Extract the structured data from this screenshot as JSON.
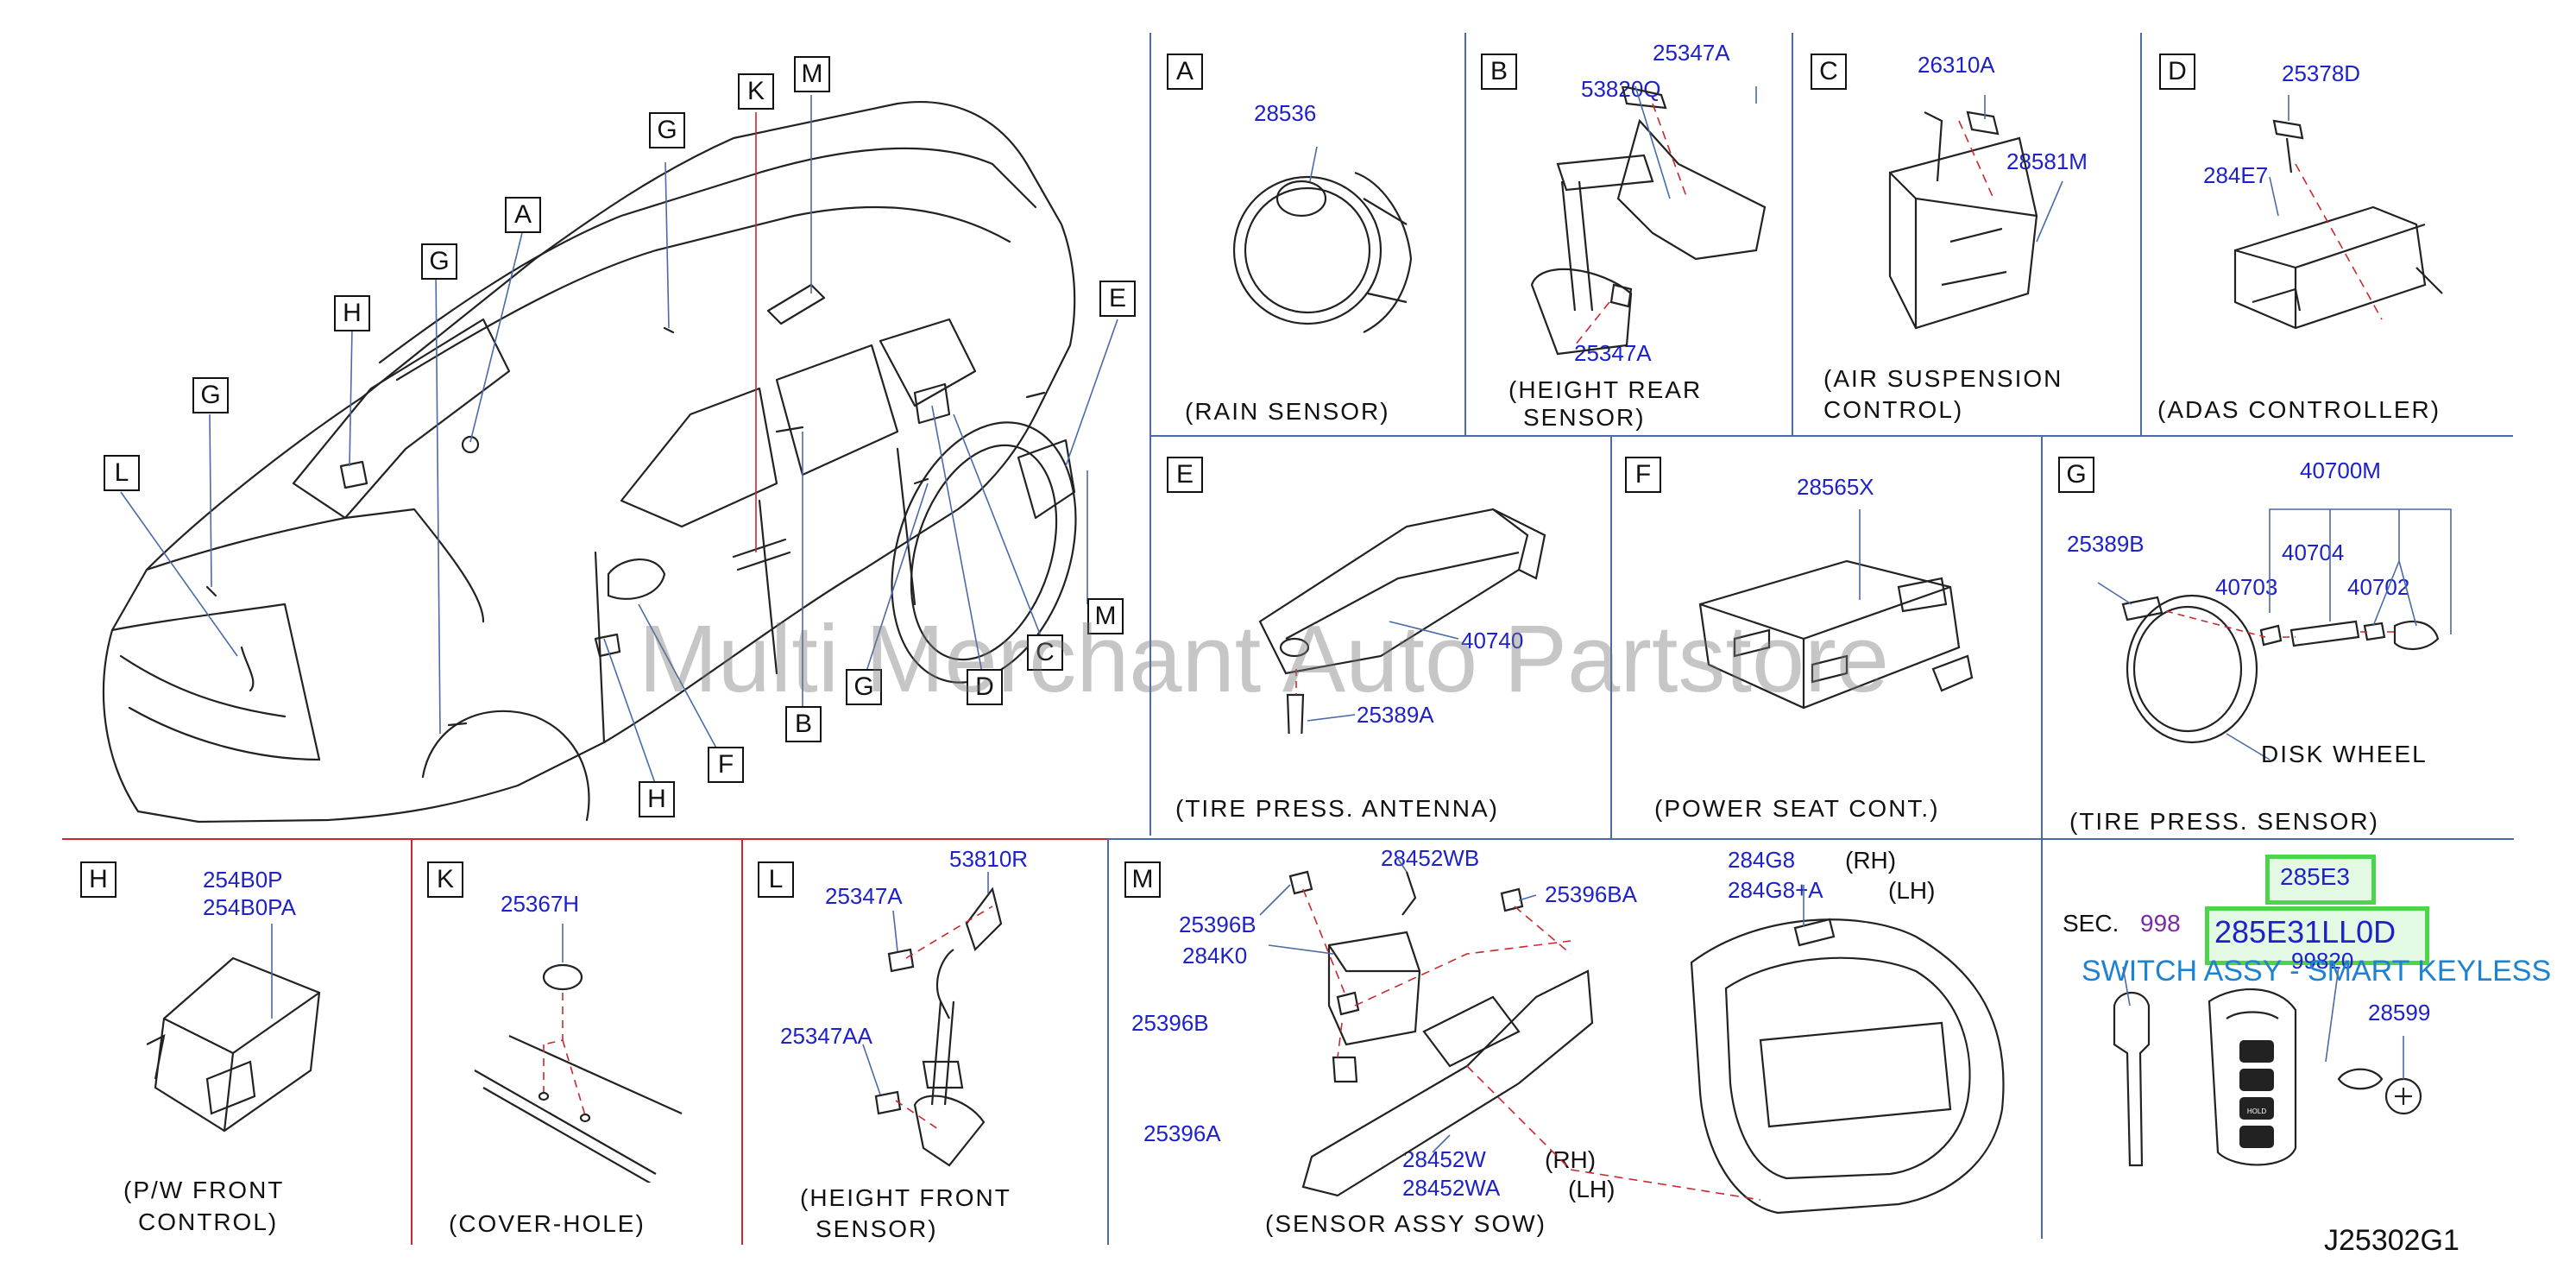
{
  "watermark": "Multi Merchant Auto Partstore",
  "diagram_code": "J25302G1",
  "overview": {
    "labels": [
      "K",
      "M",
      "G",
      "A",
      "G",
      "H",
      "G",
      "L",
      "E",
      "M",
      "C",
      "D",
      "G",
      "B",
      "F",
      "H"
    ]
  },
  "panels": {
    "A": {
      "letter": "A",
      "parts": [
        "28536"
      ],
      "caption": "(RAIN   SENSOR)"
    },
    "B": {
      "letter": "B",
      "parts": [
        "25347A",
        "53820Q",
        "25347A"
      ],
      "caption_1": "(HEIGHT   REAR",
      "caption_2": "SENSOR)"
    },
    "C": {
      "letter": "C",
      "parts": [
        "26310A",
        "28581M"
      ],
      "caption_1": "(AIR   SUSPENSION",
      "caption_2": "CONTROL)"
    },
    "D": {
      "letter": "D",
      "parts": [
        "25378D",
        "284E7"
      ],
      "caption": "(ADAS   CONTROLLER)"
    },
    "E": {
      "letter": "E",
      "parts": [
        "40740",
        "25389A"
      ],
      "caption": "(TIRE   PRESS.   ANTENNA)"
    },
    "F": {
      "letter": "F",
      "parts": [
        "28565X"
      ],
      "caption": "(POWER   SEAT   CONT.)"
    },
    "G": {
      "letter": "G",
      "parts": [
        "40700M",
        "25389B",
        "40704",
        "40703",
        "40702"
      ],
      "disk_label": "DISK    WHEEL",
      "caption": "(TIRE   PRESS.   SENSOR)"
    },
    "H": {
      "letter": "H",
      "parts": [
        "254B0P",
        "254B0PA"
      ],
      "caption_1": "(P/W   FRONT",
      "caption_2": "CONTROL)"
    },
    "K": {
      "letter": "K",
      "parts": [
        "25367H"
      ],
      "caption": "(COVER-HOLE)"
    },
    "L": {
      "letter": "L",
      "parts": [
        "53810R",
        "25347A",
        "25347AA"
      ],
      "caption_1": "(HEIGHT   FRONT",
      "caption_2": "SENSOR)"
    },
    "M": {
      "letter": "M",
      "parts": [
        "28452WB",
        "25396BA",
        "25396B",
        "284K0",
        "25396B",
        "25396A",
        "28452W",
        "28452WA"
      ],
      "rh": "(RH)",
      "lh": "(LH)",
      "parts_right": [
        "284G8",
        "284G8+A"
      ],
      "caption": "(SENSOR   ASSY   SOW)"
    },
    "KEY": {
      "sec": "SEC.",
      "sec_num": "998",
      "part_a": "285E3",
      "part_main": "285E31LL0D",
      "part_b": "99820",
      "part_c": "28599",
      "tooltip": "SWITCH ASSY - SMART KEYLESS",
      "hold": "HOLD"
    }
  },
  "colors": {
    "part_number": "#1d22c8",
    "sec_number": "#7a2aa8",
    "divider_blue": "#4a6aa8",
    "divider_red": "#c8282e",
    "highlight": "#4cd44c",
    "tooltip": "#1e82d2"
  }
}
